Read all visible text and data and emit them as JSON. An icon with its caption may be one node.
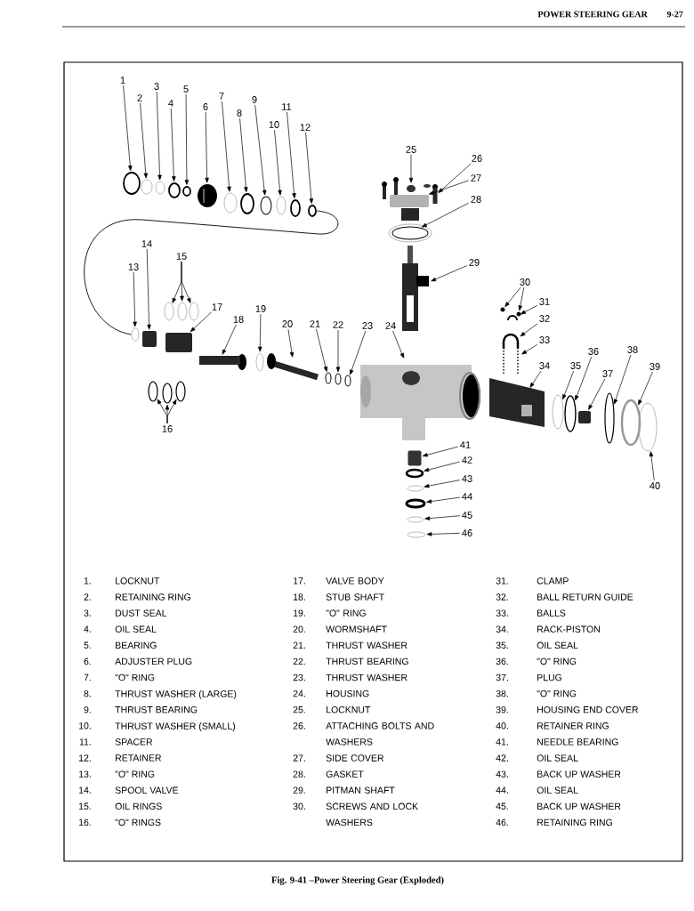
{
  "diagram": {
    "caption": "Fig. 9-41 –Power Steering Gear (Exploded)",
    "nodes": [
      {
        "text": [
          "1"
        ]
      },
      {
        "text": [
          "2"
        ]
      },
      {
        "text": [
          "3"
        ]
      },
      {
        "text": [
          "4"
        ]
      },
      {
        "text": [
          "5"
        ]
      },
      {
        "text": [
          "6"
        ]
      },
      {
        "text": [
          "7"
        ]
      },
      {
        "text": [
          "8"
        ]
      },
      {
        "text": [
          "9"
        ]
      },
      {
        "text": [
          "10"
        ]
      },
      {
        "text": [
          "11"
        ]
      },
      {
        "text": [
          "12"
        ]
      },
      {
        "text": [
          "13"
        ]
      },
      {
        "text": [
          "14"
        ]
      },
      {
        "text": [
          "15"
        ]
      },
      {
        "text": [
          "16"
        ]
      },
      {
        "text": [
          "17"
        ]
      },
      {
        "text": [
          "18"
        ]
      },
      {
        "text": [
          "19"
        ]
      },
      {
        "text": [
          "20"
        ]
      },
      {
        "text": [
          "21"
        ]
      },
      {
        "text": [
          "22"
        ]
      },
      {
        "text": [
          "23"
        ]
      },
      {
        "text": [
          "24"
        ]
      },
      {
        "text": [
          "25"
        ]
      },
      {
        "text": [
          "26"
        ]
      },
      {
        "text": [
          "27"
        ]
      },
      {
        "text": [
          "28"
        ]
      },
      {
        "text": [
          "29"
        ]
      },
      {
        "text": [
          "30"
        ]
      },
      {
        "text": [
          "31"
        ]
      },
      {
        "text": [
          "32"
        ]
      },
      {
        "text": [
          "33"
        ]
      },
      {
        "text": [
          "34"
        ]
      },
      {
        "text": [
          "35"
        ]
      },
      {
        "text": [
          "36"
        ]
      },
      {
        "text": [
          "37"
        ]
      },
      {
        "text": [
          "38"
        ]
      },
      {
        "text": [
          "39"
        ]
      },
      {
        "text": [
          "40"
        ]
      },
      {
        "text": [
          "41"
        ]
      },
      {
        "text": [
          "42"
        ]
      },
      {
        "text": [
          "43"
        ]
      },
      {
        "text": [
          "44"
        ]
      },
      {
        "text": [
          "45"
        ]
      },
      {
        "text": [
          "46"
        ]
      },
      {
        "text": [],
        "shape": "ring"
      },
      {
        "text": [],
        "shape": "ring"
      },
      {
        "text": [],
        "shape": "ring"
      },
      {
        "text": [],
        "shape": "ring"
      },
      {
        "text": [],
        "shape": "ring"
      },
      {
        "text": [],
        "shape": "picture"
      },
      {
        "text": [],
        "shape": "ring"
      },
      {
        "text": [],
        "shape": "ring"
      },
      {
        "text": [],
        "shape": "ring"
      },
      {
        "text": [],
        "shape": "ring"
      },
      {
        "text": [],
        "shape": "ring"
      },
      {
        "text": [],
        "shape": "ring"
      },
      {
        "text": [],
        "shape": "ring"
      },
      {
        "text": [],
        "shape": "box"
      },
      {
        "text": [],
        "shape": "ring"
      },
      {
        "text": [],
        "shape": "ring"
      },
      {
        "text": [],
        "shape": "ring"
      },
      {
        "text": [],
        "shape": "box"
      },
      {
        "text": [],
        "shape": "ring"
      },
      {
        "text": [],
        "shape": "ring"
      },
      {
        "text": [],
        "shape": "ring"
      },
      {
        "text": [],
        "shape": "bar"
      },
      {
        "text": [],
        "shape": "ring"
      },
      {
        "text": [],
        "shape": "picture"
      },
      {
        "text": [],
        "shape": "ring"
      },
      {
        "text": [],
        "shape": "ring"
      },
      {
        "text": [],
        "shape": "ring"
      },
      {
        "text": [],
        "shape": "picture"
      },
      {
        "text": [],
        "shape": "picture"
      },
      {
        "text": [],
        "shape": "bar"
      },
      {
        "text": [],
        "shape": "box"
      },
      {
        "text": [],
        "shape": "ring"
      },
      {
        "text": [],
        "shape": "picture"
      },
      {
        "text": [],
        "shape": "circle"
      },
      {
        "text": [],
        "shape": "circle"
      },
      {
        "text": [],
        "shape": "picture"
      },
      {
        "text": [],
        "shape": "picture"
      },
      {
        "text": [],
        "shape": "picture"
      },
      {
        "text": [],
        "shape": "picture"
      },
      {
        "text": [],
        "shape": "ring"
      },
      {
        "text": [],
        "shape": "ring"
      },
      {
        "text": [],
        "shape": "box"
      },
      {
        "text": [],
        "shape": "ring"
      },
      {
        "text": [],
        "shape": "ring"
      },
      {
        "text": [],
        "shape": "ring"
      },
      {
        "text": [],
        "shape": "box"
      },
      {
        "text": [],
        "shape": "ring"
      },
      {
        "text": [],
        "shape": "ring"
      },
      {
        "text": [],
        "shape": "ring"
      },
      {
        "text": [],
        "shape": "ring"
      },
      {
        "text": [],
        "shape": "ring"
      }
    ],
    "edges": [
      {
        "from": 0,
        "to": 46,
        "arrow": "to"
      },
      {
        "from": 1,
        "to": 47,
        "arrow": "to"
      },
      {
        "from": 2,
        "to": 48,
        "arrow": "to"
      },
      {
        "from": 3,
        "to": 49,
        "arrow": "to"
      },
      {
        "from": 4,
        "to": 50,
        "arrow": "to"
      },
      {
        "from": 5,
        "to": 51,
        "arrow": "to"
      },
      {
        "from": 6,
        "to": 52,
        "arrow": "to"
      },
      {
        "from": 7,
        "to": 53,
        "arrow": "to"
      },
      {
        "from": 8,
        "to": 54,
        "arrow": "to"
      },
      {
        "from": 9,
        "to": 55,
        "arrow": "to"
      },
      {
        "from": 10,
        "to": 56,
        "arrow": "to"
      },
      {
        "from": 11,
        "to": 57,
        "arrow": "to"
      },
      {
        "from": 12,
        "to": 58,
        "arrow": "to"
      },
      {
        "from": 13,
        "to": 59,
        "arrow": "to"
      },
      {
        "from": 14,
        "to": 60,
        "arrow": "to"
      },
      {
        "from": 14,
        "to": 61,
        "arrow": "to"
      },
      {
        "from": 14,
        "to": 62,
        "arrow": "to"
      },
      {
        "from": 15,
        "to": 64,
        "arrow": "to"
      },
      {
        "from": 15,
        "to": 65,
        "arrow": "to"
      },
      {
        "from": 15,
        "to": 66,
        "arrow": "to"
      },
      {
        "from": 16,
        "to": 63,
        "arrow": "to"
      },
      {
        "from": 17,
        "to": 67,
        "arrow": "to"
      },
      {
        "from": 18,
        "to": 68,
        "arrow": "to"
      },
      {
        "from": 19,
        "to": 69,
        "arrow": "to"
      },
      {
        "from": 20,
        "to": 70,
        "arrow": "to"
      },
      {
        "from": 21,
        "to": 71,
        "arrow": "to"
      },
      {
        "from": 22,
        "to": 72,
        "arrow": "to"
      },
      {
        "from": 23,
        "to": 73,
        "arrow": "to"
      },
      {
        "from": 24,
        "to": 74,
        "arrow": "to"
      },
      {
        "from": 25,
        "to": 75,
        "arrow": "to"
      },
      {
        "from": 26,
        "to": 76,
        "arrow": "to"
      },
      {
        "from": 27,
        "to": 77,
        "arrow": "to"
      },
      {
        "from": 28,
        "to": 78,
        "arrow": "to"
      },
      {
        "from": 29,
        "to": 79,
        "arrow": "to"
      },
      {
        "from": 29,
        "to": 80,
        "arrow": "to"
      },
      {
        "from": 30,
        "to": 81,
        "arrow": "to"
      },
      {
        "from": 31,
        "to": 82,
        "arrow": "to"
      },
      {
        "from": 32,
        "to": 83,
        "arrow": "to"
      },
      {
        "from": 33,
        "to": 84,
        "arrow": "to"
      },
      {
        "from": 34,
        "to": 85,
        "arrow": "to"
      },
      {
        "from": 35,
        "to": 86,
        "arrow": "to"
      },
      {
        "from": 36,
        "to": 87,
        "arrow": "to"
      },
      {
        "from": 37,
        "to": 88,
        "arrow": "to"
      },
      {
        "from": 38,
        "to": 89,
        "arrow": "to"
      },
      {
        "from": 39,
        "to": 90,
        "arrow": "to"
      },
      {
        "from": 40,
        "to": 91,
        "arrow": "to"
      },
      {
        "from": 41,
        "to": 92,
        "arrow": "to"
      },
      {
        "from": 42,
        "to": 93,
        "arrow": "to"
      },
      {
        "from": 43,
        "to": 94,
        "arrow": "to"
      },
      {
        "from": 44,
        "to": 95,
        "arrow": "to"
      },
      {
        "from": 45,
        "to": 96,
        "arrow": "to"
      },
      {
        "from": 57,
        "to": 58,
        "arrow": "none"
      }
    ],
    "labels": [
      "POWER STEERING GEAR",
      "9-27",
      "1.",
      "LOCKNUT",
      "17.",
      "VALVE BODY",
      "31.",
      "CLAMP",
      "2.",
      "RETAINING RING",
      "18.",
      "STUB SHAFT",
      "32.",
      "BALL RETURN GUIDE",
      "3.",
      "DUST SEAL",
      "19.",
      "\"O\" RING",
      "33.",
      "BALLS",
      "4.",
      "OIL SEAL",
      "20.",
      "WORMSHAFT",
      "34.",
      "RACK-PISTON",
      "5.",
      "BEARING",
      "21.",
      "THRUST WASHER",
      "35.",
      "OIL SEAL",
      "6.",
      "ADJUSTER PLUG",
      "22.",
      "THRUST BEARING",
      "36.",
      "\"O\" RING",
      "7.",
      "\"O\" RING",
      "23.",
      "THRUST WASHER",
      "37.",
      "PLUG",
      "8.",
      "THRUST WASHER (LARGE)",
      "24.",
      "HOUSING",
      "38.",
      "\"O\" RING",
      "9.",
      "THRUST BEARING",
      "25.",
      "LOCKNUT",
      "39.",
      "HOUSING END COVER",
      "10.",
      "THRUST WASHER (SMALL)",
      "26.",
      "ATTACHING BOLTS AND WASHERS",
      "40.",
      "RETAINER RING",
      "11.",
      "SPACER",
      "41.",
      "NEEDLE BEARING",
      "12.",
      "RETAINER",
      "27.",
      "SIDE COVER",
      "42.",
      "OIL SEAL",
      "13.",
      "\"O\" RING",
      "28.",
      "GASKET",
      "43.",
      "BACK UP WASHER",
      "14.",
      "SPOOL VALVE",
      "29.",
      "PITMAN SHAFT",
      "44.",
      "OIL SEAL",
      "15.",
      "OIL RINGS",
      "30.",
      "SCREWS AND LOCK WASHERS",
      "45.",
      "BACK UP WASHER",
      "16.",
      "\"O\" RINGS",
      "46.",
      "RETAINING RING"
    ]
  }
}
